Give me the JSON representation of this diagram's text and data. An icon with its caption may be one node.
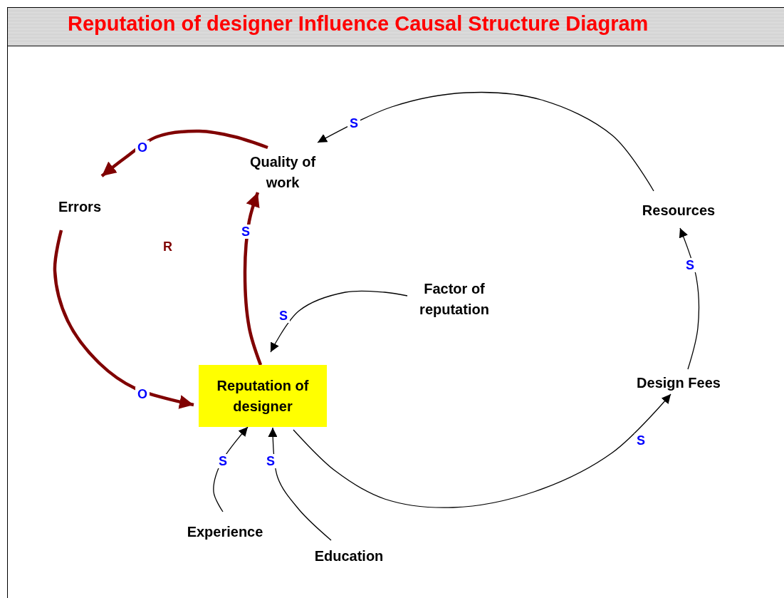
{
  "diagram": {
    "title": "Reputation of designer Influence Causal Structure Diagram",
    "nodes": [
      {
        "text": [
          "Quality of work"
        ]
      },
      {
        "text": [
          "Errors"
        ]
      },
      {
        "text": [
          "Reputation of designer"
        ]
      },
      {
        "text": [
          "Resources"
        ]
      },
      {
        "text": [
          "Factor of reputation"
        ]
      },
      {
        "text": [
          "Design Fees"
        ]
      },
      {
        "text": [
          "Experience"
        ]
      },
      {
        "text": [
          "Education"
        ]
      }
    ],
    "edges": [
      {
        "from": 0,
        "to": 1,
        "arrow": "to",
        "label": "O",
        "style": "thick",
        "color": "#800000"
      },
      {
        "from": 1,
        "to": 2,
        "arrow": "to",
        "label": "O",
        "style": "thick",
        "color": "#800000"
      },
      {
        "from": 2,
        "to": 0,
        "arrow": "to",
        "label": "S",
        "style": "thick",
        "color": "#800000"
      },
      {
        "from": 3,
        "to": 0,
        "arrow": "to",
        "label": "S"
      },
      {
        "from": 4,
        "to": 2,
        "arrow": "to",
        "label": "S"
      },
      {
        "from": 2,
        "to": 5,
        "arrow": "to",
        "label": "S"
      },
      {
        "from": 5,
        "to": 3,
        "arrow": "to",
        "label": "S"
      },
      {
        "from": 6,
        "to": 2,
        "arrow": "to",
        "label": "S"
      },
      {
        "from": 7,
        "to": 2,
        "arrow": "to",
        "label": "S"
      }
    ],
    "labels": [
      "R"
    ]
  }
}
